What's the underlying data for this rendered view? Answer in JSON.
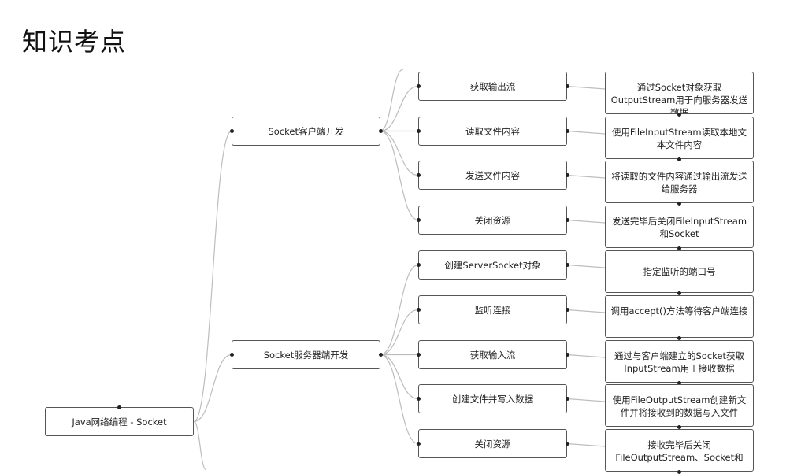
{
  "page": {
    "title": "知识考点"
  },
  "mindmap": {
    "root": "Java网络编程 - Socket",
    "branches": [
      {
        "label": "Socket客户端开发",
        "steps": [
          {
            "label": "获取输出流",
            "detail": "通过Socket对象获取OutputStream用于向服务器发送数据"
          },
          {
            "label": "读取文件内容",
            "detail": "使用FileInputStream读取本地文本文件内容"
          },
          {
            "label": "发送文件内容",
            "detail": "将读取的文件内容通过输出流发送给服务器"
          },
          {
            "label": "关闭资源",
            "detail": "发送完毕后关闭FileInputStream和Socket"
          }
        ]
      },
      {
        "label": "Socket服务器端开发",
        "steps": [
          {
            "label": "创建ServerSocket对象",
            "detail": "指定监听的端口号"
          },
          {
            "label": "监听连接",
            "detail": "调用accept()方法等待客户端连接"
          },
          {
            "label": "获取输入流",
            "detail": "通过与客户端建立的Socket获取InputStream用于接收数据"
          },
          {
            "label": "创建文件并写入数据",
            "detail": "使用FileOutputStream创建新文件并将接收到的数据写入文件"
          },
          {
            "label": "关闭资源",
            "detail": "接收完毕后关闭FileOutputStream、Socket和"
          }
        ]
      }
    ]
  }
}
